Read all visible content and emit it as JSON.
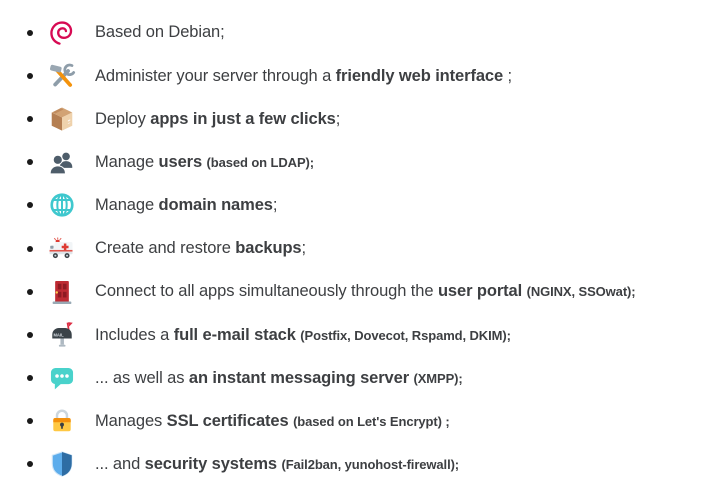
{
  "page": {
    "background": "#FFFFFF",
    "text_color": "#3D3F42",
    "bullet_color": "#1A1A1A"
  },
  "list": {
    "items": [
      {
        "icon": "debian-icon",
        "segments": [
          {
            "text": "Based on Debian;",
            "style": "normal"
          }
        ]
      },
      {
        "icon": "tools-icon",
        "segments": [
          {
            "text": "Administer your server through a ",
            "style": "normal"
          },
          {
            "text": "friendly web interface",
            "style": "bold"
          },
          {
            "text": " ;",
            "style": "normal"
          }
        ]
      },
      {
        "icon": "package-icon",
        "segments": [
          {
            "text": "Deploy ",
            "style": "normal"
          },
          {
            "text": "apps in just a few clicks",
            "style": "bold"
          },
          {
            "text": ";",
            "style": "normal"
          }
        ]
      },
      {
        "icon": "users-icon",
        "segments": [
          {
            "text": "Manage ",
            "style": "normal"
          },
          {
            "text": "users",
            "style": "bold"
          },
          {
            "text": " ",
            "style": "normal"
          },
          {
            "text": "(based on LDAP);",
            "style": "small-bold"
          }
        ]
      },
      {
        "icon": "globe-icon",
        "segments": [
          {
            "text": "Manage ",
            "style": "normal"
          },
          {
            "text": "domain names",
            "style": "bold"
          },
          {
            "text": ";",
            "style": "normal"
          }
        ]
      },
      {
        "icon": "ambulance-icon",
        "segments": [
          {
            "text": "Create and restore ",
            "style": "normal"
          },
          {
            "text": "backups",
            "style": "bold"
          },
          {
            "text": ";",
            "style": "normal"
          }
        ]
      },
      {
        "icon": "door-icon",
        "segments": [
          {
            "text": "Connect to all apps simultaneously through the ",
            "style": "normal"
          },
          {
            "text": "user portal",
            "style": "bold"
          },
          {
            "text": " ",
            "style": "normal"
          },
          {
            "text": "(NGINX, SSOwat);",
            "style": "small-bold"
          }
        ]
      },
      {
        "icon": "mailbox-icon",
        "segments": [
          {
            "text": "Includes a ",
            "style": "normal"
          },
          {
            "text": "full e-mail stack",
            "style": "bold"
          },
          {
            "text": " ",
            "style": "normal"
          },
          {
            "text": "(Postfix, Dovecot, Rspamd, DKIM);",
            "style": "small-bold"
          }
        ]
      },
      {
        "icon": "speech-icon",
        "segments": [
          {
            "text": "... as well as ",
            "style": "normal"
          },
          {
            "text": "an instant messaging server",
            "style": "bold"
          },
          {
            "text": " ",
            "style": "normal"
          },
          {
            "text": "(XMPP);",
            "style": "small-bold"
          }
        ]
      },
      {
        "icon": "lock-icon",
        "segments": [
          {
            "text": "Manages ",
            "style": "normal"
          },
          {
            "text": "SSL certificates",
            "style": "bold"
          },
          {
            "text": " ",
            "style": "normal"
          },
          {
            "text": "(based on Let's Encrypt) ;",
            "style": "small-bold"
          }
        ]
      },
      {
        "icon": "shield-icon",
        "segments": [
          {
            "text": "... and ",
            "style": "normal"
          },
          {
            "text": "security systems",
            "style": "bold"
          },
          {
            "text": " ",
            "style": "normal"
          },
          {
            "text": "(Fail2ban, yunohost-firewall);",
            "style": "small-bold"
          }
        ]
      }
    ]
  },
  "icons": {
    "debian-icon": {
      "swirl": "#D70A53"
    },
    "tools-icon": {
      "metal": "#8E9DA9",
      "handle": "#F4930C",
      "head": "#9AA7B2"
    },
    "package-icon": {
      "top": "#D2A374",
      "left": "#B57F52",
      "right": "#EFD2AC",
      "tape": "#C08B5E"
    },
    "users-icon": {
      "body": "#4E5D6A"
    },
    "globe-icon": {
      "stroke": "#3FC8CE"
    },
    "ambulance-icon": {
      "body": "#F2F5F7",
      "body2": "#DFE5E9",
      "accent": "#E2554B",
      "cross": "#DD3B33",
      "wheel": "#3A4247",
      "hub": "#CCD6DD",
      "window": "#8E9DA9"
    },
    "door-icon": {
      "door": "#BE2B33",
      "panel": "#8E1A22",
      "knob": "#FFCC4D",
      "step": "#99AAB5"
    },
    "mailbox-icon": {
      "body": "#3A4248",
      "flag": "#DD2E44",
      "text": "#D4DAE0",
      "post": "#AEB9C2"
    },
    "speech-icon": {
      "bubble": "#49D2CB",
      "dots": "#FFFFFF"
    },
    "lock-icon": {
      "body": "#FFC843",
      "band": "#F4900C",
      "shackle": "#CCD6DD",
      "keyhole": "#3A3F44"
    },
    "shield-icon": {
      "left": "#5DADEC",
      "right": "#2E6DA4",
      "border": "#D0E6F8"
    }
  }
}
